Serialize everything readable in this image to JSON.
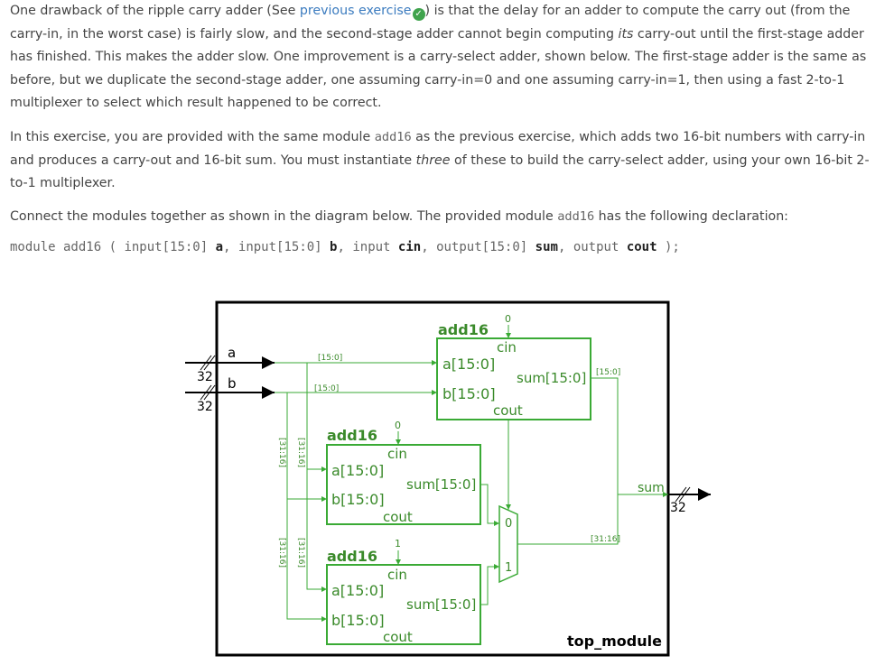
{
  "intro": {
    "p1_before_link": "One drawback of the ripple carry adder (See ",
    "p1_link": "previous exercise",
    "p1_after_link_a": ") is that the delay for an adder to compute the carry out (from the carry-in, in the worst case) is fairly slow, and the second-stage adder cannot begin computing ",
    "p1_italic": "its",
    "p1_after_link_b": " carry-out until the first-stage adder has finished. This makes the adder slow. One improvement is a carry-select adder, shown below. The first-stage adder is the same as before, but we duplicate the second-stage adder, one assuming carry-in=0 and one assuming carry-in=1, then using a fast 2-to-1 multiplexer to select which result happened to be correct.",
    "check_icon": "check-circle-icon",
    "p2_a": "In this exercise, you are provided with the same module ",
    "p2_code": "add16",
    "p2_b": " as the previous exercise, which adds two 16-bit numbers with carry-in and produces a carry-out and 16-bit sum. You must instantiate ",
    "p2_italic": "three",
    "p2_c": " of these to build the carry-select adder, using your own 16-bit 2-to-1 multiplexer.",
    "p3_a": "Connect the modules together as shown in the diagram below. The provided module ",
    "p3_code": "add16",
    "p3_b": " has the following declaration:"
  },
  "declaration": {
    "kw_module": "module add16 ( ",
    "t1": "input[15:0] ",
    "n1": "a",
    "s1": ", ",
    "t2": "input[15:0] ",
    "n2": "b",
    "s2": ", ",
    "t3": "input ",
    "n3": "cin",
    "s3": ", ",
    "t4": "output[15:0] ",
    "n4": "sum",
    "s4": ", ",
    "t5": "output ",
    "n5": "cout",
    "end": " );"
  },
  "diagram": {
    "top_module": "top_module",
    "adder_name": "add16",
    "port_a": "a[15:0]",
    "port_b": "b[15:0]",
    "port_cin": "cin",
    "port_sum": "sum[15:0]",
    "port_cout": "cout",
    "in_a": "a",
    "in_b": "b",
    "out_sum": "sum",
    "width_32": "32",
    "bits_low": "[15:0]",
    "bits_high": "[31:16]",
    "const_0": "0",
    "const_1": "1",
    "mux_0": "0",
    "mux_1": "1",
    "colors": {
      "wire": "#3aaa35",
      "box": "#3aaa35",
      "frame": "#000000",
      "text_green": "#3a8a2a"
    }
  }
}
